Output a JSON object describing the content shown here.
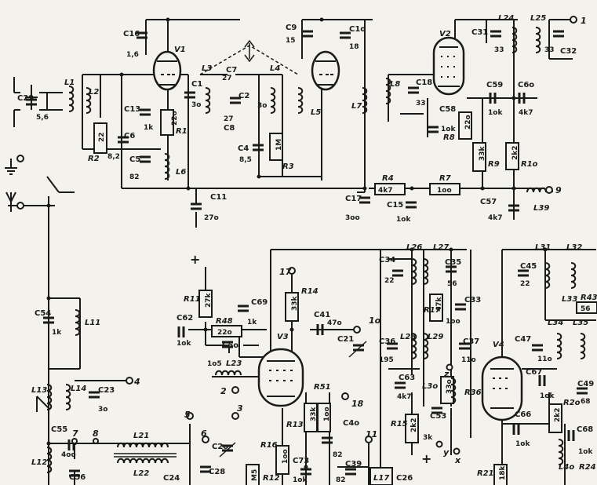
{
  "tubes": {
    "v1": "V1",
    "v2": "V2",
    "v3": "V3",
    "v4": "V4"
  },
  "caps": [
    {
      "id": "c16",
      "name": "C16",
      "value": "1,6"
    },
    {
      "id": "c1",
      "name": "C1",
      "value": "3o"
    },
    {
      "id": "c7",
      "name": "C7",
      "value": "27"
    },
    {
      "id": "c2",
      "name": "C2",
      "value": "3o"
    },
    {
      "id": "c8",
      "name": "C8",
      "value": "27"
    },
    {
      "id": "c9",
      "name": "C9",
      "value": "15"
    },
    {
      "id": "c10",
      "name": "C1o",
      "value": "18"
    },
    {
      "id": "c29",
      "name": "C29",
      "value": "5,6"
    },
    {
      "id": "c13",
      "name": "C13",
      "value": "1k"
    },
    {
      "id": "c6",
      "name": "C6",
      "value": "8,2"
    },
    {
      "id": "c5",
      "name": "C5",
      "value": "82"
    },
    {
      "id": "c4",
      "name": "C4",
      "value": "8,5"
    },
    {
      "id": "c11",
      "name": "C11",
      "value": "27o"
    },
    {
      "id": "c17",
      "name": "C17",
      "value": "3oo"
    },
    {
      "id": "c15",
      "name": "C15",
      "value": "1ok"
    },
    {
      "id": "c18",
      "name": "C18",
      "value": "33"
    },
    {
      "id": "c58",
      "name": "C58",
      "value": "1ok"
    },
    {
      "id": "c59",
      "name": "C59",
      "value": "1ok"
    },
    {
      "id": "c60",
      "name": "C6o",
      "value": "4k7"
    },
    {
      "id": "c31",
      "name": "C31",
      "value": "33"
    },
    {
      "id": "c32",
      "name": "C32",
      "value": "33"
    },
    {
      "id": "c57",
      "name": "C57",
      "value": "4k7"
    },
    {
      "id": "c54",
      "name": "C54",
      "value": "1k"
    },
    {
      "id": "c23",
      "name": "C23",
      "value": "3o"
    },
    {
      "id": "c55",
      "name": "C55",
      "value": "4oo"
    },
    {
      "id": "c56",
      "name": "C56",
      "value": ""
    },
    {
      "id": "c62",
      "name": "C62",
      "value": "1ok"
    },
    {
      "id": "c69",
      "name": "C69",
      "value": "1k"
    },
    {
      "id": "c50",
      "name": "C5o",
      "value": "1o5"
    },
    {
      "id": "c41",
      "name": "C41",
      "value": "47o"
    },
    {
      "id": "c21",
      "name": "C21",
      "value": ""
    },
    {
      "id": "c34",
      "name": "C34",
      "value": "22"
    },
    {
      "id": "c35",
      "name": "C35",
      "value": "56"
    },
    {
      "id": "c33",
      "name": "C33",
      "value": "1oo"
    },
    {
      "id": "c36",
      "name": "C36",
      "value": "195"
    },
    {
      "id": "c37",
      "name": "C37",
      "value": "11o"
    },
    {
      "id": "c63",
      "name": "C63",
      "value": "4k7"
    },
    {
      "id": "c53",
      "name": "C53",
      "value": "3k"
    },
    {
      "id": "c40",
      "name": "C4o",
      "value": "82"
    },
    {
      "id": "c73",
      "name": "C73",
      "value": "1ok"
    },
    {
      "id": "c39",
      "name": "C39",
      "value": "82"
    },
    {
      "id": "c45",
      "name": "C45",
      "value": "22"
    },
    {
      "id": "c47",
      "name": "C47",
      "value": "11o"
    },
    {
      "id": "c67",
      "name": "C67",
      "value": "1ok"
    },
    {
      "id": "c66",
      "name": "C66",
      "value": "1ok"
    },
    {
      "id": "c49",
      "name": "C49",
      "value": "68"
    },
    {
      "id": "c68",
      "name": "C68",
      "value": "1ok"
    },
    {
      "id": "c20",
      "name": "C2o",
      "value": ""
    },
    {
      "id": "c28",
      "name": "C28",
      "value": ""
    },
    {
      "id": "c24",
      "name": "C24",
      "value": ""
    },
    {
      "id": "c26",
      "name": "C26",
      "value": ""
    }
  ],
  "resistors": [
    {
      "id": "r1",
      "name": "R1",
      "value": "22o"
    },
    {
      "id": "r2",
      "name": "R2",
      "value": "22"
    },
    {
      "id": "r3",
      "name": "R3",
      "value": "1M"
    },
    {
      "id": "r4",
      "name": "R4",
      "value": "4k7"
    },
    {
      "id": "r7",
      "name": "R7",
      "value": "1oo"
    },
    {
      "id": "r8",
      "name": "R8",
      "value": "22o"
    },
    {
      "id": "r9",
      "name": "R9",
      "value": "33k"
    },
    {
      "id": "r10",
      "name": "R1o",
      "value": "2k2"
    },
    {
      "id": "r11",
      "name": "R11",
      "value": "27k"
    },
    {
      "id": "r48",
      "name": "R48",
      "value": "22o"
    },
    {
      "id": "r14",
      "name": "R14",
      "value": "33k"
    },
    {
      "id": "r17",
      "name": "R17",
      "value": "47k"
    },
    {
      "id": "r51",
      "name": "R51",
      "value": "1oo"
    },
    {
      "id": "r13",
      "name": "R13",
      "value": "33k"
    },
    {
      "id": "r16",
      "name": "R16",
      "value": "1oo"
    },
    {
      "id": "r12",
      "name": "R12",
      "value": "M5"
    },
    {
      "id": "r15",
      "name": "R15",
      "value": "2k2"
    },
    {
      "id": "r36",
      "name": "R36",
      "value": "33o"
    },
    {
      "id": "r20",
      "name": "R2o",
      "value": "2k2"
    },
    {
      "id": "r21",
      "name": "R21",
      "value": "18k"
    },
    {
      "id": "r24",
      "name": "R24",
      "value": ""
    },
    {
      "id": "r43",
      "name": "R43",
      "value": "56"
    }
  ],
  "inductors": [
    {
      "id": "l1",
      "name": "L1"
    },
    {
      "id": "l2",
      "name": "L2"
    },
    {
      "id": "l3",
      "name": "L3"
    },
    {
      "id": "l4",
      "name": "L4"
    },
    {
      "id": "l5",
      "name": "L5"
    },
    {
      "id": "l6",
      "name": "L6"
    },
    {
      "id": "l7",
      "name": "L7"
    },
    {
      "id": "l8",
      "name": "L8"
    },
    {
      "id": "l24",
      "name": "L24"
    },
    {
      "id": "l25",
      "name": "L25"
    },
    {
      "id": "l39",
      "name": "L39"
    },
    {
      "id": "l11",
      "name": "L11"
    },
    {
      "id": "l13",
      "name": "L13"
    },
    {
      "id": "l14",
      "name": "L14"
    },
    {
      "id": "l12",
      "name": "L12"
    },
    {
      "id": "l21",
      "name": "L21"
    },
    {
      "id": "l22",
      "name": "L22"
    },
    {
      "id": "l23",
      "name": "L23"
    },
    {
      "id": "l26",
      "name": "L26"
    },
    {
      "id": "l27",
      "name": "L27"
    },
    {
      "id": "l28",
      "name": "L28"
    },
    {
      "id": "l29",
      "name": "L29"
    },
    {
      "id": "l30",
      "name": "L3o"
    },
    {
      "id": "l17",
      "name": "L17"
    },
    {
      "id": "l31",
      "name": "L31"
    },
    {
      "id": "l32",
      "name": "L32"
    },
    {
      "id": "l33",
      "name": "L33"
    },
    {
      "id": "l34",
      "name": "L34"
    },
    {
      "id": "l35",
      "name": "L35"
    },
    {
      "id": "l40",
      "name": "L4o"
    }
  ],
  "terminals": {
    "t1": "1",
    "t2": "2",
    "t3": "3",
    "t4": "4",
    "t5": "5",
    "t6": "6",
    "t7": "7",
    "t8": "8",
    "t9": "9",
    "t10": "1o",
    "t11": "11",
    "t17": "17",
    "t18": "18",
    "tx": "x",
    "ty": "y",
    "tz": "z"
  },
  "supply_marks": {
    "plus_top": "+",
    "plus_bottom": "+"
  }
}
